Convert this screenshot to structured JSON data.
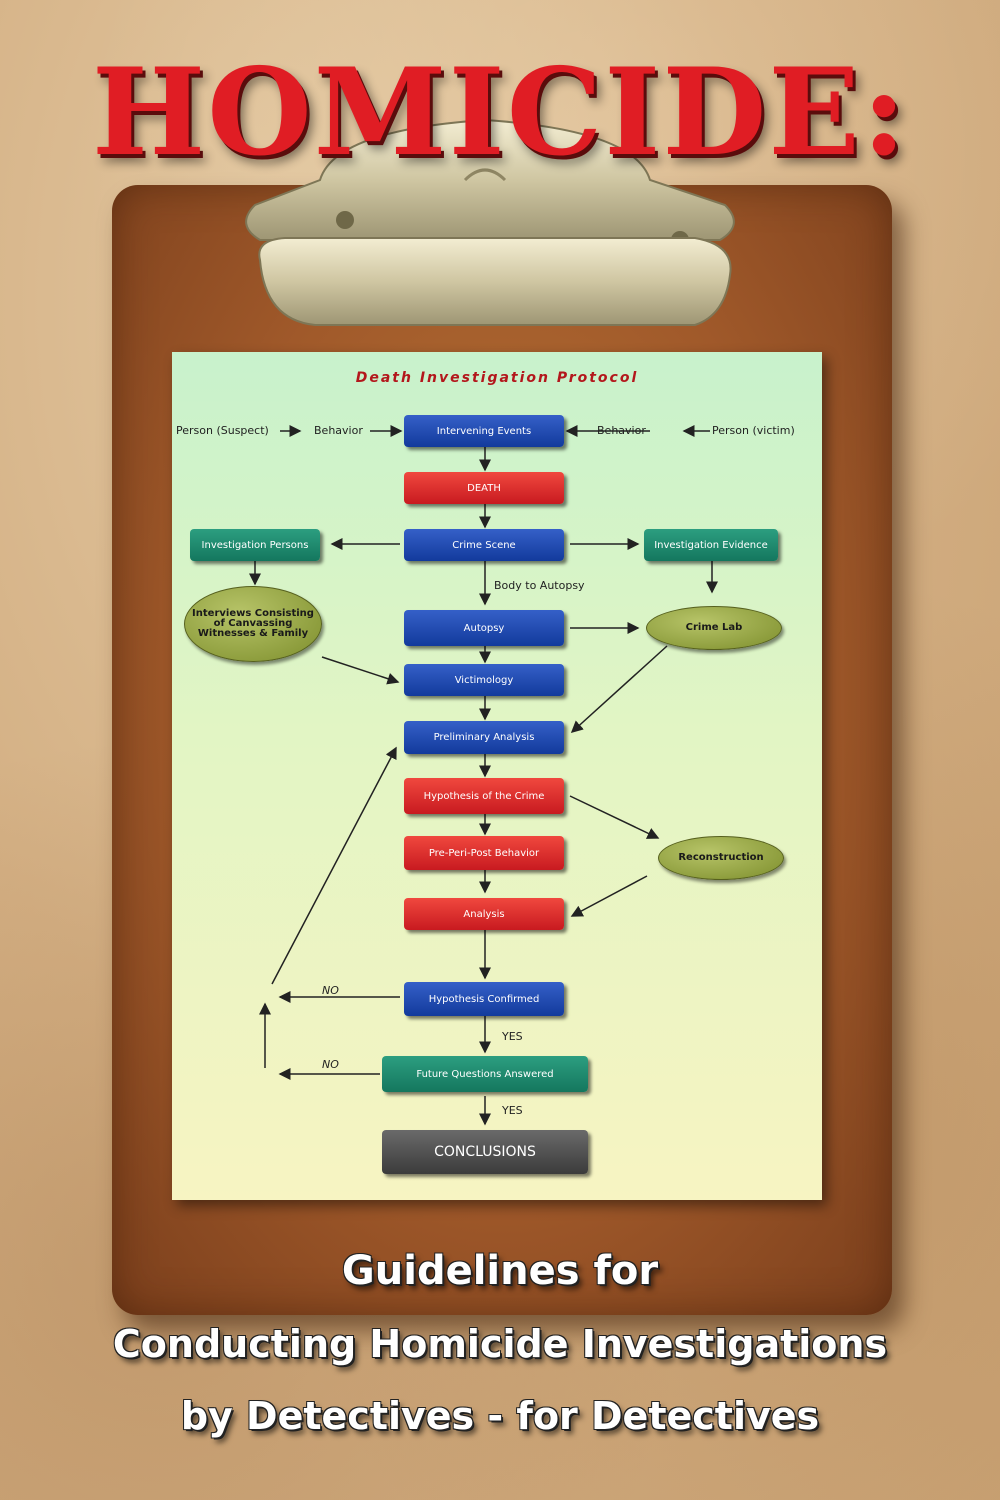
{
  "cover": {
    "title": "HOMICIDE:",
    "subtitle_lines": [
      "Guidelines for",
      "Conducting Homicide Investigations",
      "by Detectives - for Detectives"
    ]
  },
  "chart": {
    "title": "Death Investigation Protocol",
    "side_labels": {
      "person_suspect": "Person (Suspect)",
      "behavior_left": "Behavior",
      "behavior_right": "Behavior",
      "person_victim": "Person (victim)",
      "body_to_autopsy": "Body to Autopsy",
      "no_1": "NO",
      "no_2": "NO",
      "yes_1": "YES",
      "yes_2": "YES"
    },
    "boxes": {
      "intervening_events": "Intervening Events",
      "death": "DEATH",
      "crime_scene": "Crime Scene",
      "investigation_persons": "Investigation Persons",
      "investigation_evidence": "Investigation Evidence",
      "autopsy": "Autopsy",
      "victimology": "Victimology",
      "preliminary_analysis": "Preliminary Analysis",
      "hypothesis_crime": "Hypothesis of the Crime",
      "pre_peri_post": "Pre-Peri-Post Behavior",
      "analysis": "Analysis",
      "hypothesis_confirmed": "Hypothesis Confirmed",
      "future_questions": "Future Questions Answered",
      "conclusions": "CONCLUSIONS"
    },
    "ovals": {
      "interviews": "Interviews Consisting of Canvassing Witnesses & Family",
      "crime_lab": "Crime Lab",
      "reconstruction": "Reconstruction"
    }
  },
  "colors": {
    "title_red": "#e01d24",
    "box_blue": "#1e48b0",
    "box_red": "#e0262a",
    "box_green": "#188a6c",
    "box_gray": "#4a4a4a"
  }
}
